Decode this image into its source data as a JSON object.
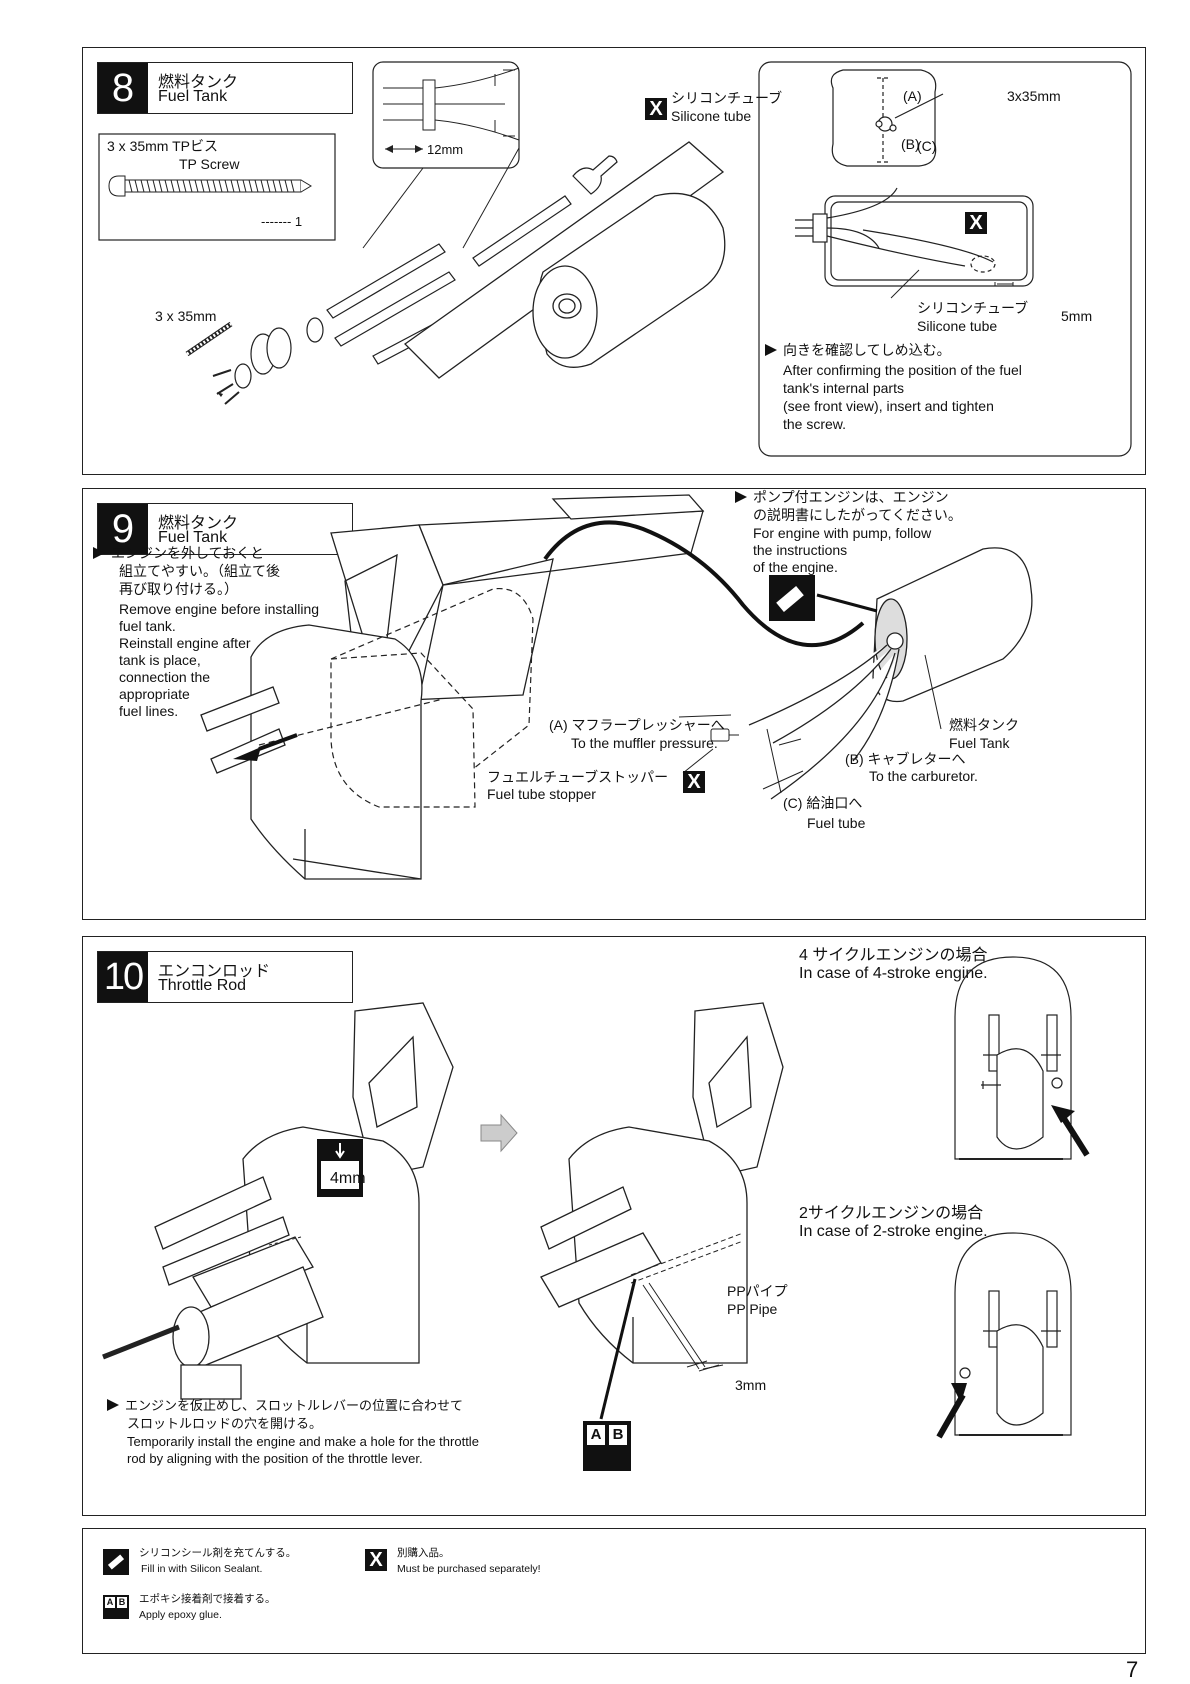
{
  "step8": {
    "number": "8",
    "title_jp": "燃料タンク",
    "title_en": "Fuel Tank",
    "screw_label": "3 x 35mm TPビス",
    "screw_label_en": "TP Screw",
    "screw_qty": "------- 1",
    "dim_12mm": "12mm",
    "silicone_jp": "シリコンチューブ",
    "silicone_en": "Silicone tube",
    "screw_size": "3 x 35mm",
    "front_a": "(A)",
    "front_b": "(B)",
    "front_c": "(C)",
    "front_screw": "3x35mm",
    "inner_silicone_jp": "シリコンチューブ",
    "inner_silicone_en": "Silicone tube",
    "dim_5mm": "5mm",
    "note_jp": "向きを確認してしめ込む。",
    "note_en_1": "After confirming the position of the fuel",
    "note_en_2": "tank's internal parts",
    "note_en_3": "(see front view), insert and tighten",
    "note_en_4": "the screw."
  },
  "step9": {
    "number": "9",
    "title_jp": "燃料タンク",
    "title_en": "Fuel Tank",
    "pump_jp_1": "ポンプ付エンジンは、エンジン",
    "pump_jp_2": "の説明書にしたがってください。",
    "pump_en_1": "For engine with pump, follow",
    "pump_en_2": "the instructions",
    "pump_en_3": "of the engine.",
    "remove_jp_1": "エンジンを外しておくと",
    "remove_jp_2": "組立てやすい。（組立て後",
    "remove_jp_3": "再び取り付ける。）",
    "remove_en_1": "Remove engine before installing",
    "remove_en_2": "fuel tank.",
    "remove_en_3": "Reinstall engine after",
    "remove_en_4": "tank is place,",
    "remove_en_5": "connection the",
    "remove_en_6": "appropriate",
    "remove_en_7": "fuel lines.",
    "silicon_badge": "SILICON",
    "line_a_jp": "(A) マフラープレッシャーへ",
    "line_a_en": "To the muffler pressure.",
    "tank_jp": "燃料タンク",
    "tank_en": "Fuel Tank",
    "stopper_jp": "フュエルチューブストッパー",
    "stopper_en": "Fuel tube stopper",
    "line_b_jp": "(B) キャブレターへ",
    "line_b_en": "To the carburetor.",
    "line_c_jp": "(C) 給油口へ",
    "line_c_en": "Fuel tube"
  },
  "step10": {
    "number": "10",
    "title_jp": "エンコンロッド",
    "title_en": "Throttle Rod",
    "drill": "4mm",
    "four_jp": "4 サイクルエンジンの場合",
    "four_en": "In case of 4-stroke engine.",
    "two_jp": "2サイクルエンジンの場合",
    "two_en": "In case of 2-stroke engine.",
    "pp_jp": "PPパイプ",
    "pp_en": "PP Pipe",
    "dim_3mm": "3mm",
    "install_jp_1": "エンジンを仮止めし、スロットルレバーの位置に合わせて",
    "install_jp_2": "スロットルロッドの穴を開ける。",
    "install_en_1": "Temporarily install the engine and make a hole for the throttle",
    "install_en_2": "rod by aligning with the position of the throttle lever.",
    "ab_a": "A",
    "ab_b": "B"
  },
  "legend": {
    "silicon_jp": "シリコンシール剤を充てんする。",
    "silicon_en": "Fill in with Silicon Sealant.",
    "purchase_jp": "別購入品。",
    "purchase_en": "Must be purchased separately!",
    "epoxy_jp": "エポキシ接着剤で接着する。",
    "epoxy_en": "Apply epoxy glue.",
    "x_mark": "X",
    "ab_a": "A",
    "ab_b": "B"
  },
  "page_number": "7"
}
